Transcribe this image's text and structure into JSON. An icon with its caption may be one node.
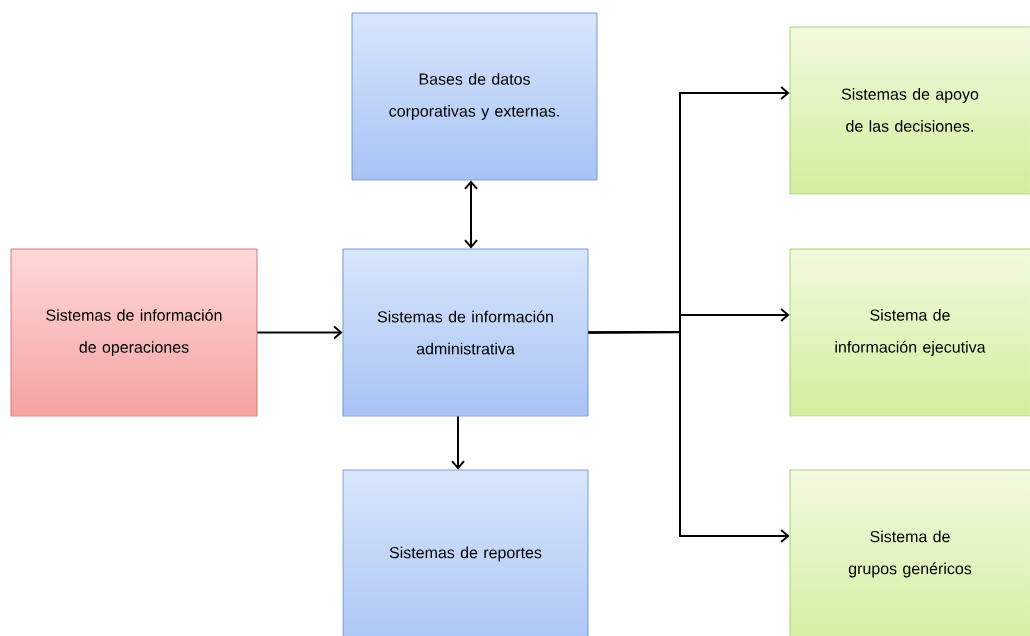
{
  "diagram": {
    "nodes": [
      {
        "text": [
          "Bases de datos corporativas y externas."
        ]
      },
      {
        "text": [
          "Sistemas de información de operaciones"
        ]
      },
      {
        "text": [
          "Sistemas de información administrativa"
        ]
      },
      {
        "text": [
          "Sistemas de reportes"
        ]
      },
      {
        "text": [
          "Sistemas de apoyo de las decisiones."
        ]
      },
      {
        "text": [
          "Sistema de información ejecutiva"
        ]
      },
      {
        "text": [
          "Sistema de grupos genéricos"
        ]
      }
    ],
    "edges": [
      {
        "from": 2,
        "to": 0,
        "arrow": "both"
      },
      {
        "from": 1,
        "to": 2,
        "arrow": "to"
      },
      {
        "from": 2,
        "to": 3,
        "arrow": "to"
      },
      {
        "from": 2,
        "to": 4,
        "arrow": "to"
      },
      {
        "from": 2,
        "to": 5,
        "arrow": "to"
      },
      {
        "from": 2,
        "to": 6,
        "arrow": "to"
      }
    ]
  }
}
